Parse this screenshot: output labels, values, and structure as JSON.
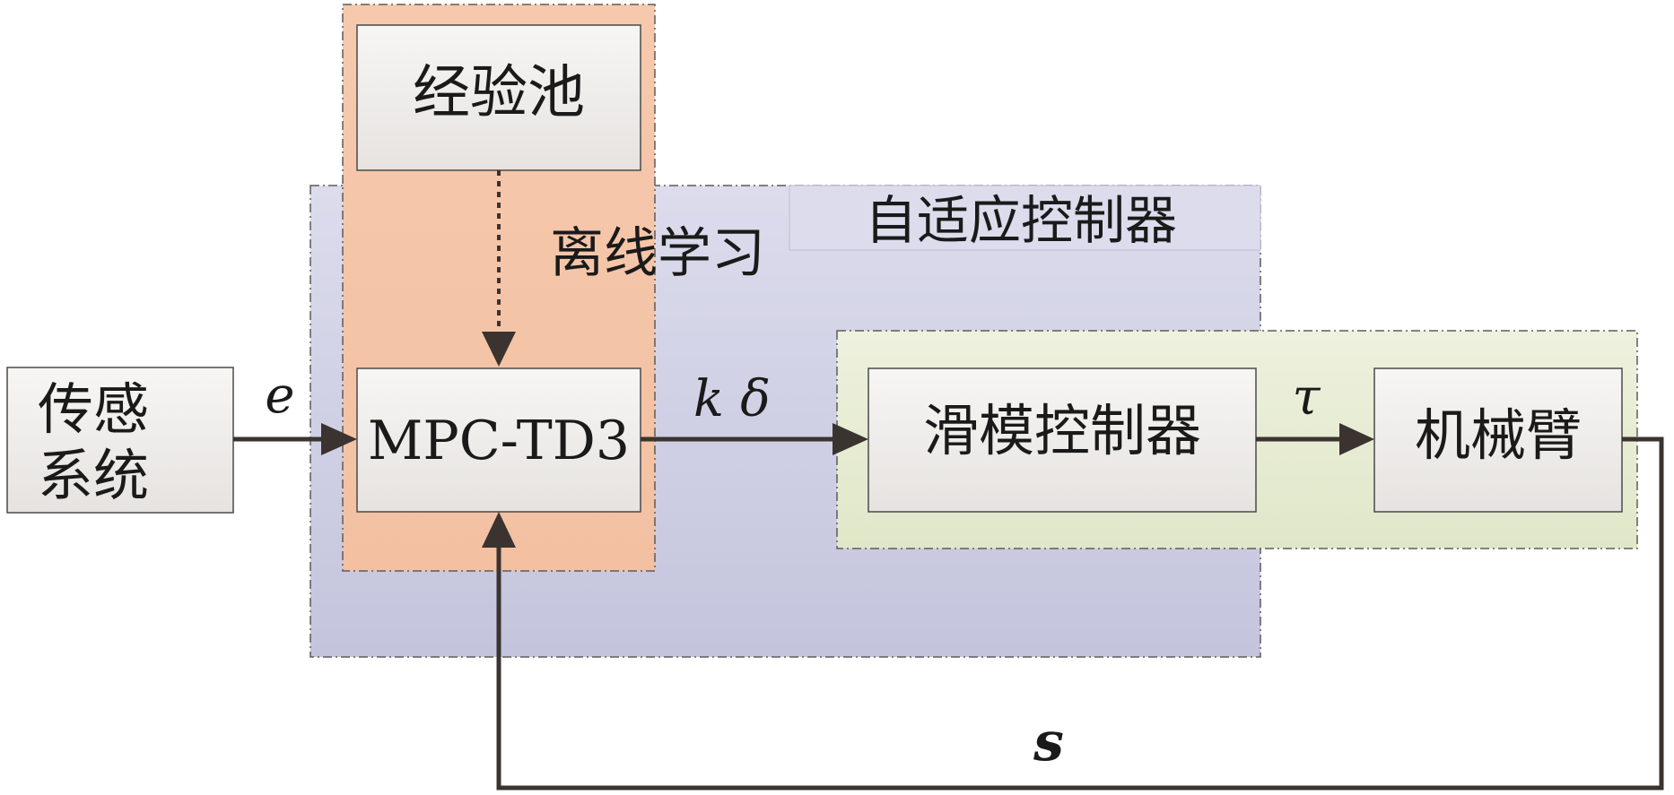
{
  "blocks": {
    "sensor_system": {
      "line1": "传感",
      "line2": "系统"
    },
    "experience_pool": "经验池",
    "mpc_td3": "MPC-TD3",
    "sliding_mode_controller": "滑模控制器",
    "robot_arm": "机械臂"
  },
  "regions": {
    "adaptive_controller": "自适应控制器",
    "offline_learning": "离线学习"
  },
  "signals": {
    "e": "e",
    "k": "k",
    "delta": "δ",
    "tau": "τ",
    "s": "s"
  },
  "colors": {
    "adaptive_region": "#c7c7df",
    "offline_region": "#f5c5a8",
    "smc_region": "#e6ebd3",
    "block_fill": "#f0eeec",
    "line": "#3a3330"
  }
}
